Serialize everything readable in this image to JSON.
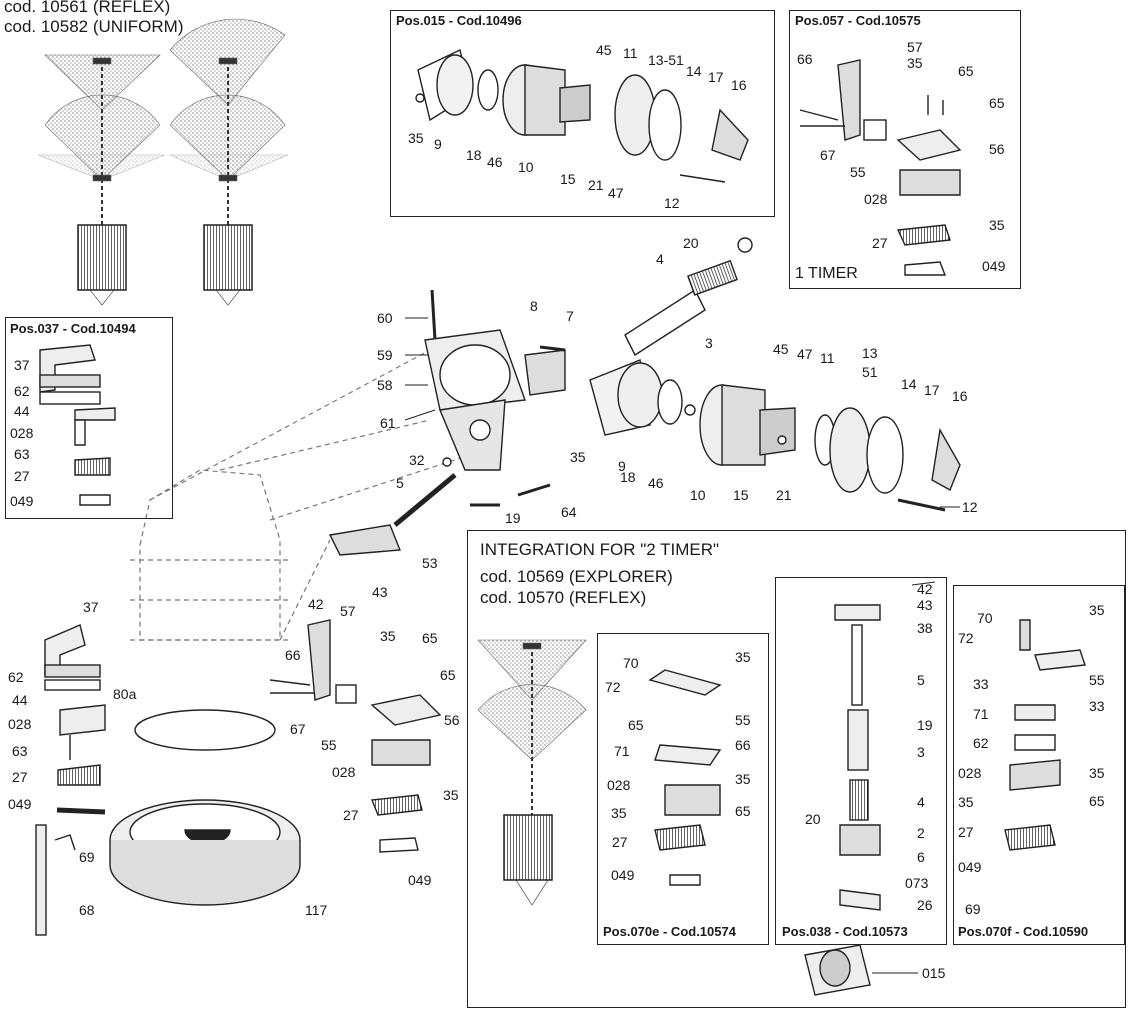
{
  "header": {
    "line1": "cod. 10561 (REFLEX)",
    "line2": "cod. 10582 (UNIFORM)"
  },
  "boxes": {
    "pos015": "Pos.015 - Cod.10496",
    "pos057": "Pos.057 - Cod.10575",
    "pos057_note": "1 TIMER",
    "pos037": "Pos.037 - Cod.10494",
    "pos070e": "Pos.070e - Cod.10574",
    "pos038": "Pos.038 - Cod.10573",
    "pos070f": "Pos.070f - Cod.10590"
  },
  "integration": {
    "title": "INTEGRATION FOR \"2 TIMER\"",
    "line1": "cod. 10569 (EXPLORER)",
    "line2": "cod. 10570 (REFLEX)"
  },
  "labels": {
    "b015": [
      "35",
      "9",
      "18",
      "46",
      "10",
      "15",
      "21",
      "47",
      "45",
      "11",
      "13-51",
      "14",
      "17",
      "16",
      "12"
    ],
    "b057": [
      "66",
      "57",
      "35",
      "65",
      "65",
      "67",
      "55",
      "56",
      "028",
      "35",
      "27",
      "049"
    ],
    "b037": [
      "37",
      "62",
      "44",
      "028",
      "63",
      "27",
      "049"
    ],
    "main": [
      "20",
      "4",
      "3",
      "8",
      "7",
      "60",
      "59",
      "58",
      "61",
      "32",
      "5",
      "19",
      "64",
      "35",
      "9",
      "18",
      "46",
      "10",
      "15",
      "21",
      "45",
      "47",
      "11",
      "13",
      "51",
      "14",
      "17",
      "16",
      "12",
      "53",
      "42",
      "43"
    ],
    "left": [
      "37",
      "62",
      "44",
      "028",
      "63",
      "27",
      "049",
      "69",
      "68",
      "80a",
      "117"
    ],
    "mid": [
      "66",
      "57",
      "35",
      "65",
      "65",
      "67",
      "55",
      "56",
      "028",
      "35",
      "27",
      "049"
    ],
    "b070e": [
      "70",
      "35",
      "72",
      "65",
      "55",
      "71",
      "66",
      "028",
      "35",
      "35",
      "65",
      "27",
      "049"
    ],
    "b038": [
      "42",
      "43",
      "38",
      "5",
      "19",
      "3",
      "4",
      "20",
      "2",
      "6",
      "073",
      "26"
    ],
    "b070f": [
      "70",
      "35",
      "72",
      "55",
      "33",
      "33",
      "71",
      "62",
      "028",
      "35",
      "35",
      "65",
      "27",
      "049",
      "69"
    ],
    "integ_bottom": [
      "015"
    ]
  },
  "icons": [
    "spray-pattern-icon",
    "clamp-bracket-icon",
    "knob-icon",
    "timer-housing-icon",
    "bolt-icon",
    "spring-icon",
    "tube-icon",
    "base-wheel-icon"
  ]
}
